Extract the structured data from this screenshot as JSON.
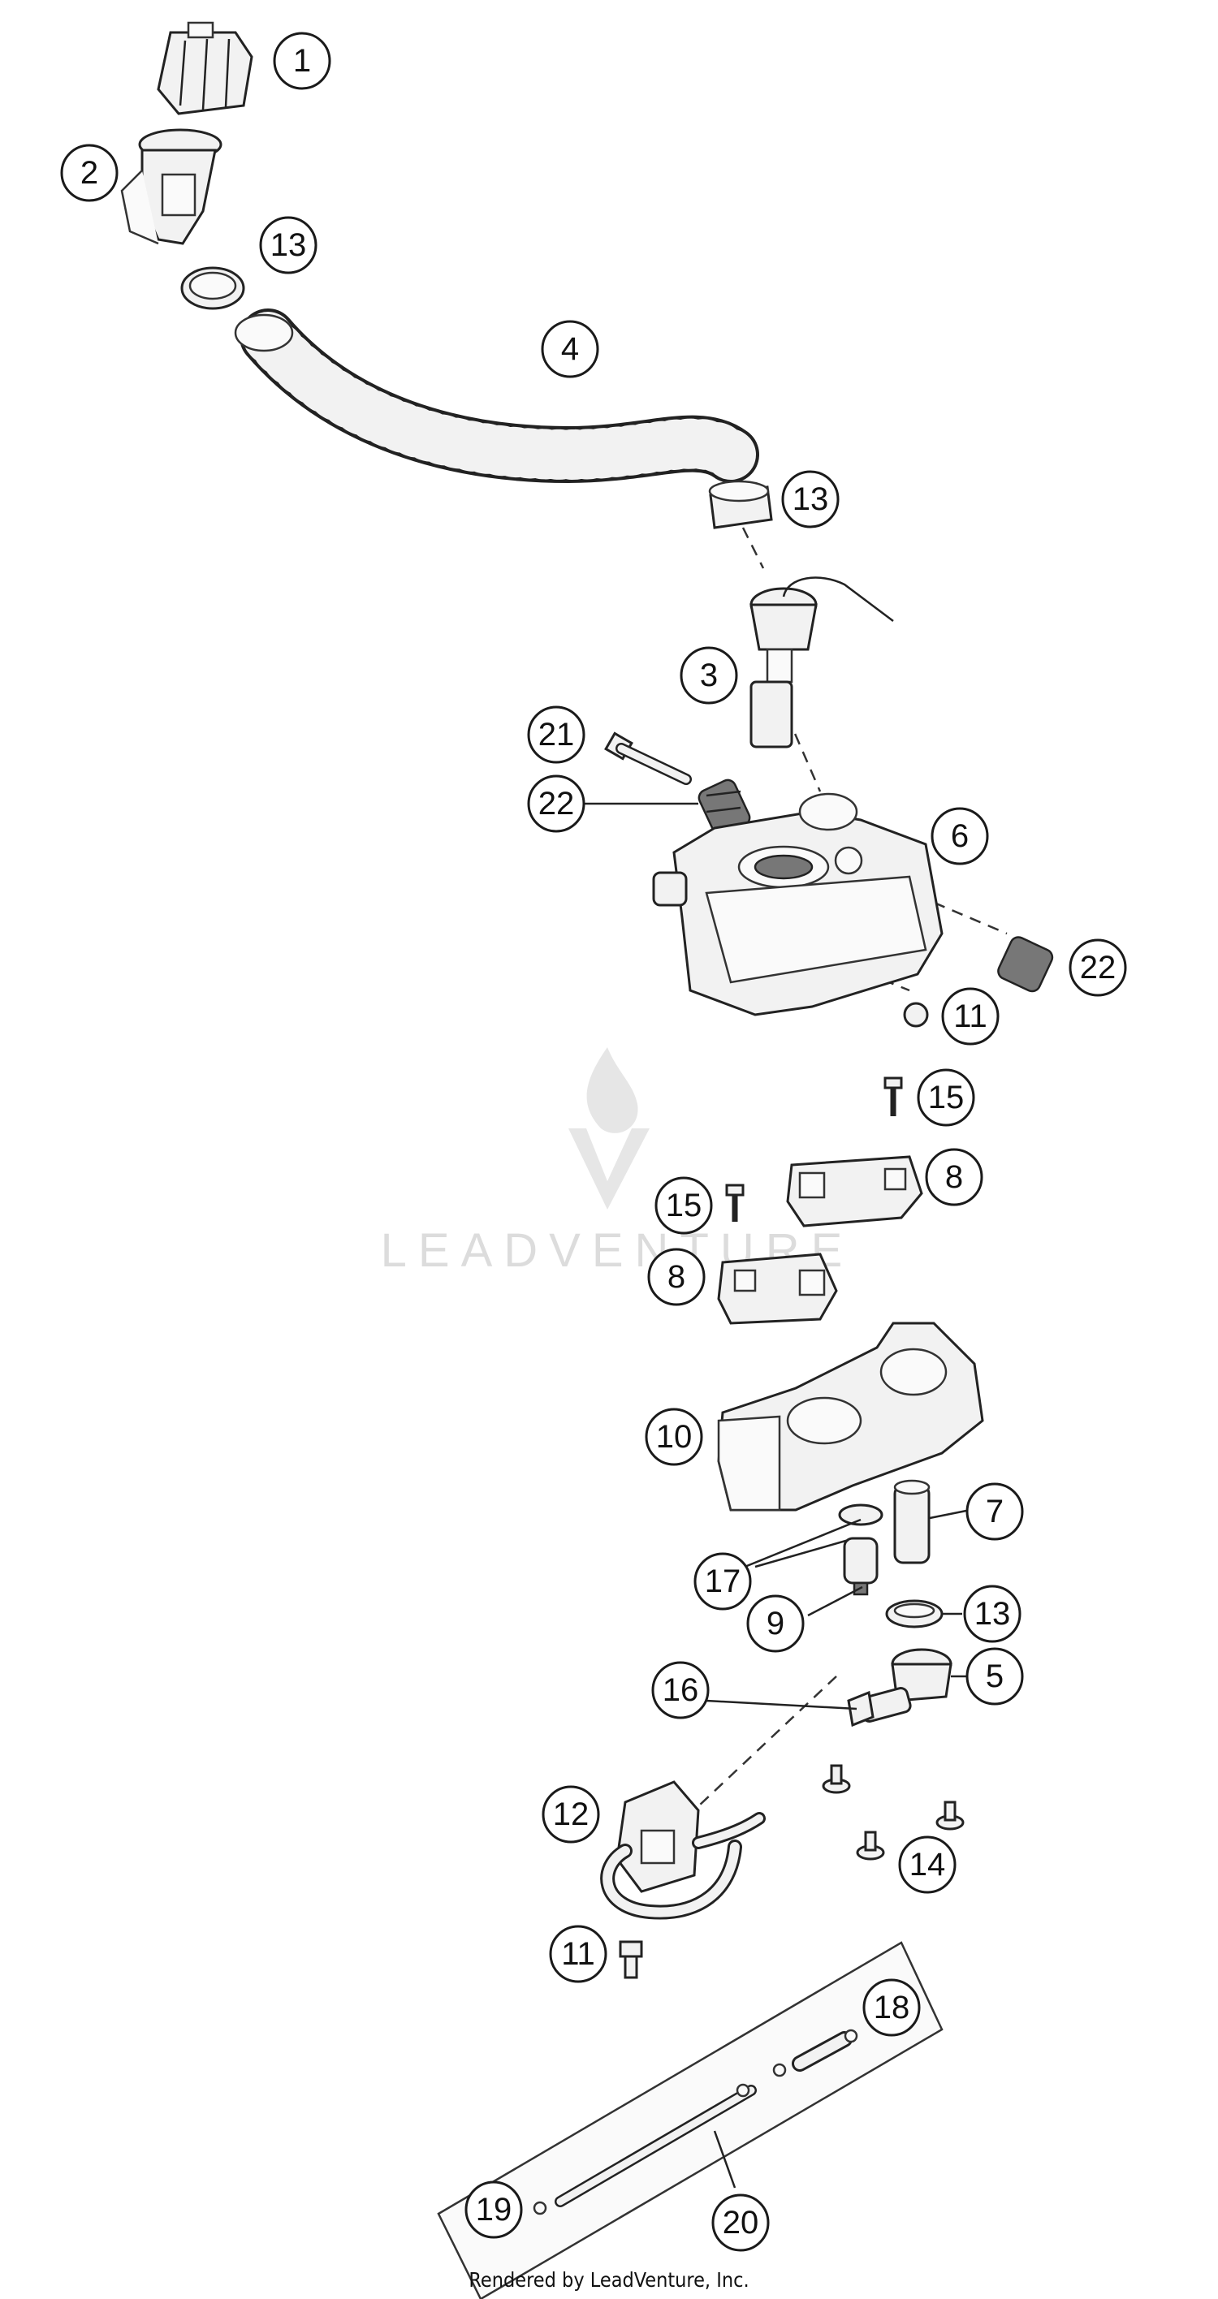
{
  "diagram": {
    "callouts": [
      {
        "id": "c1",
        "label": "1"
      },
      {
        "id": "c2",
        "label": "2"
      },
      {
        "id": "c13a",
        "label": "13"
      },
      {
        "id": "c4",
        "label": "4"
      },
      {
        "id": "c13b",
        "label": "13"
      },
      {
        "id": "c3",
        "label": "3"
      },
      {
        "id": "c21",
        "label": "21"
      },
      {
        "id": "c22a",
        "label": "22"
      },
      {
        "id": "c6",
        "label": "6"
      },
      {
        "id": "c22b",
        "label": "22"
      },
      {
        "id": "c11a",
        "label": "11"
      },
      {
        "id": "c15a",
        "label": "15"
      },
      {
        "id": "c8a",
        "label": "8"
      },
      {
        "id": "c15b",
        "label": "15"
      },
      {
        "id": "c8b",
        "label": "8"
      },
      {
        "id": "c10",
        "label": "10"
      },
      {
        "id": "c7",
        "label": "7"
      },
      {
        "id": "c17",
        "label": "17"
      },
      {
        "id": "c9",
        "label": "9"
      },
      {
        "id": "c13c",
        "label": "13"
      },
      {
        "id": "c16",
        "label": "16"
      },
      {
        "id": "c5",
        "label": "5"
      },
      {
        "id": "c12",
        "label": "12"
      },
      {
        "id": "c14",
        "label": "14"
      },
      {
        "id": "c11b",
        "label": "11"
      },
      {
        "id": "c18",
        "label": "18"
      },
      {
        "id": "c19",
        "label": "19"
      },
      {
        "id": "c20",
        "label": "20"
      }
    ],
    "watermark": "LEADVENTURE"
  },
  "footer": {
    "text": "Rendered by LeadVenture, Inc."
  }
}
